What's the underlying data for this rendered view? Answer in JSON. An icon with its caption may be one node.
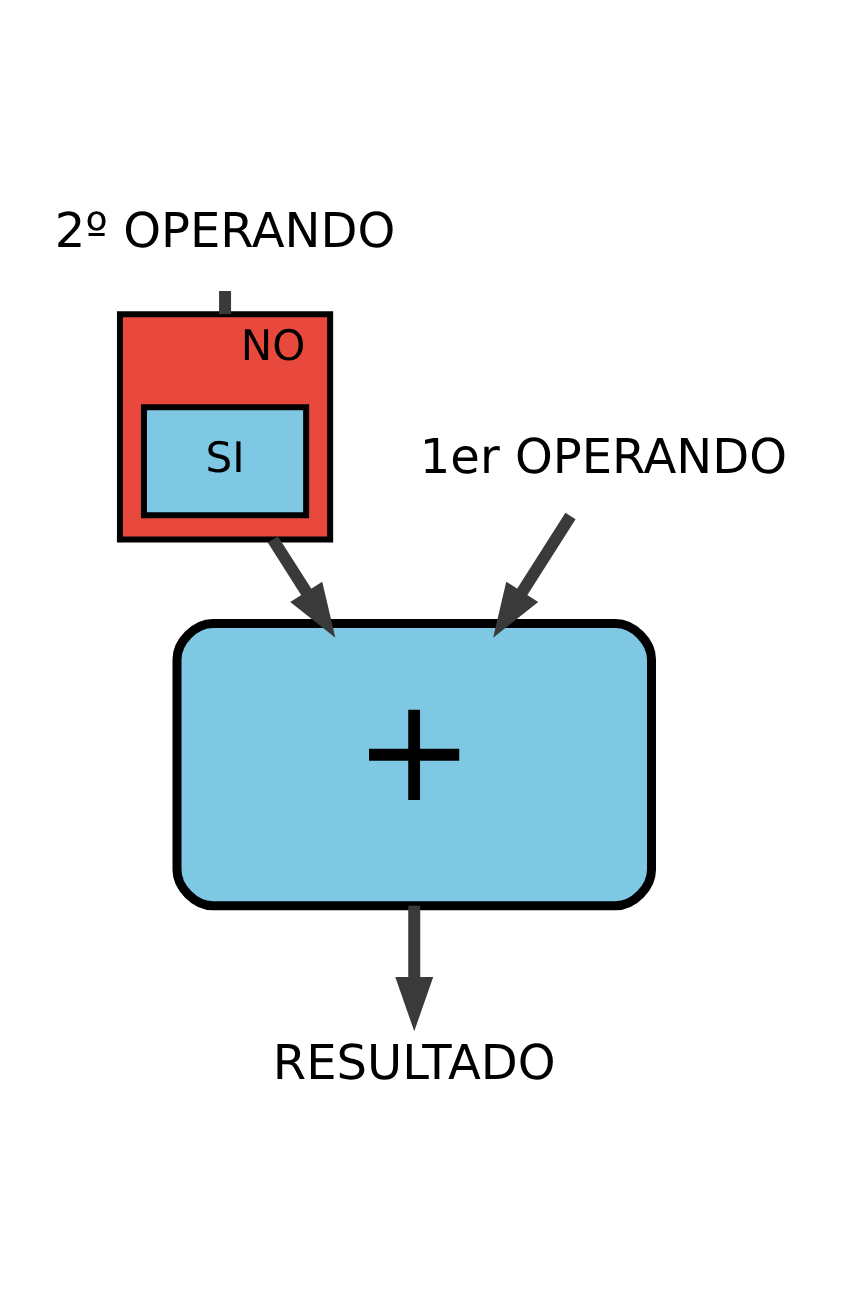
{
  "diagram": {
    "nodes": [
      {
        "text": [
          "2º OPERANDO"
        ]
      },
      {
        "text": [
          "NO"
        ]
      },
      {
        "text": [
          "SI"
        ],
        "in": 1
      },
      {
        "text": [
          "1er OPERANDO"
        ]
      },
      {
        "text": [
          "+"
        ]
      },
      {
        "text": [
          "RESULTADO"
        ]
      }
    ],
    "edges": [
      {
        "from": 0,
        "to": 1,
        "arrow": "none"
      },
      {
        "from": 1,
        "to": 4,
        "arrow": "to"
      },
      {
        "from": 3,
        "to": 4,
        "arrow": "to"
      },
      {
        "from": 4,
        "to": 5,
        "arrow": "to"
      }
    ]
  }
}
